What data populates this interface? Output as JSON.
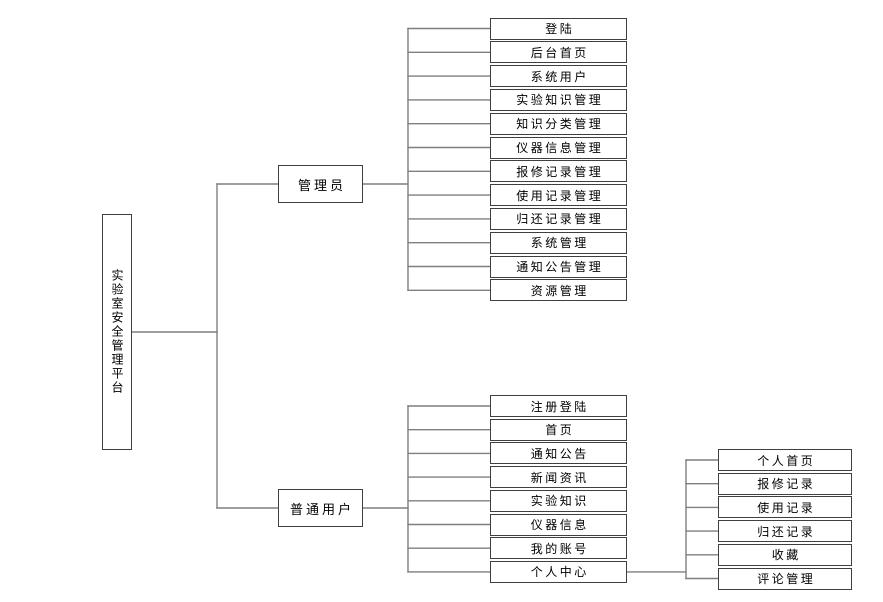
{
  "diagram": {
    "root": {
      "label": "实验室安全管理平台"
    },
    "branches": [
      {
        "label": "管理员",
        "children": [
          "登陆",
          "后台首页",
          "系统用户",
          "实验知识管理",
          "知识分类管理",
          "仪器信息管理",
          "报修记录管理",
          "使用记录管理",
          "归还记录管理",
          "系统管理",
          "通知公告管理",
          "资源管理"
        ]
      },
      {
        "label": "普通用户",
        "children": [
          "注册登陆",
          "首页",
          "通知公告",
          "新闻资讯",
          "实验知识",
          "仪器信息",
          "我的账号",
          "个人中心"
        ],
        "sub": {
          "parent_label": "个人中心",
          "children": [
            "个人首页",
            "报修记录",
            "使用记录",
            "归还记录",
            "收藏",
            "评论管理"
          ]
        }
      }
    ],
    "colors": {
      "background": "#ffffff",
      "box_fill": "#ffffff",
      "box_border": "#3f3f3f",
      "line": "#7f7f7f",
      "text": "#000000"
    }
  }
}
